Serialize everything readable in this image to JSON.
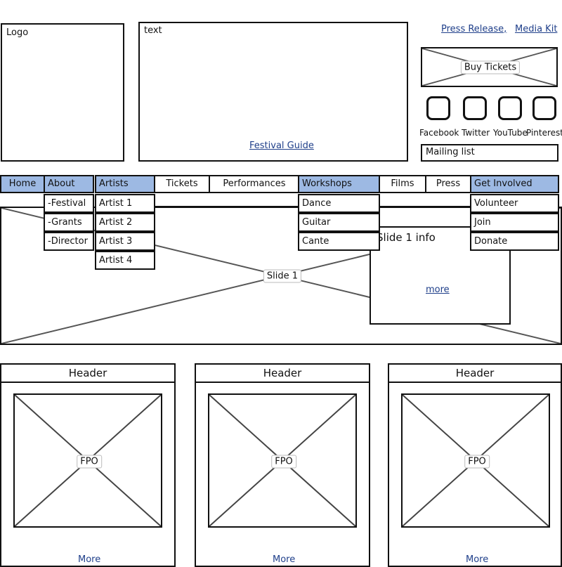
{
  "header": {
    "logo_label": "Logo",
    "text_label": "text",
    "festival_guide": "Festival Guide"
  },
  "top_links": {
    "press_release": "Press Release,",
    "media_kit": "Media Kit"
  },
  "buy_tickets": "Buy Tickets",
  "social": {
    "facebook": "Facebook",
    "twitter": "Twitter",
    "youtube": "YouTube",
    "pinterest": "Pinterest"
  },
  "mailing_list": "Mailing list",
  "nav": {
    "home": "Home",
    "about": "About",
    "artists": "Artists",
    "tickets": "Tickets",
    "performances": "Performances",
    "workshops": "Workshops",
    "films": "Films",
    "press": "Press",
    "get_involved": "Get Involved"
  },
  "about_menu": [
    "-Festival",
    "-Grants",
    "-Director"
  ],
  "artists_menu": [
    "Artist 1",
    "Artist 2",
    "Artist 3",
    "Artist 4"
  ],
  "workshops_menu": [
    "Dance",
    "Guitar",
    "Cante"
  ],
  "get_involved_menu": [
    "Volunteer",
    "Join",
    "Donate"
  ],
  "slide": {
    "label": "Slide 1",
    "info_title": "Slide 1 info",
    "more": "more"
  },
  "cards": [
    {
      "header": "Header",
      "image_label": "FPO",
      "more": "More"
    },
    {
      "header": "Header",
      "image_label": "FPO",
      "more": "More"
    },
    {
      "header": "Header",
      "image_label": "FPO",
      "more": "More"
    }
  ]
}
